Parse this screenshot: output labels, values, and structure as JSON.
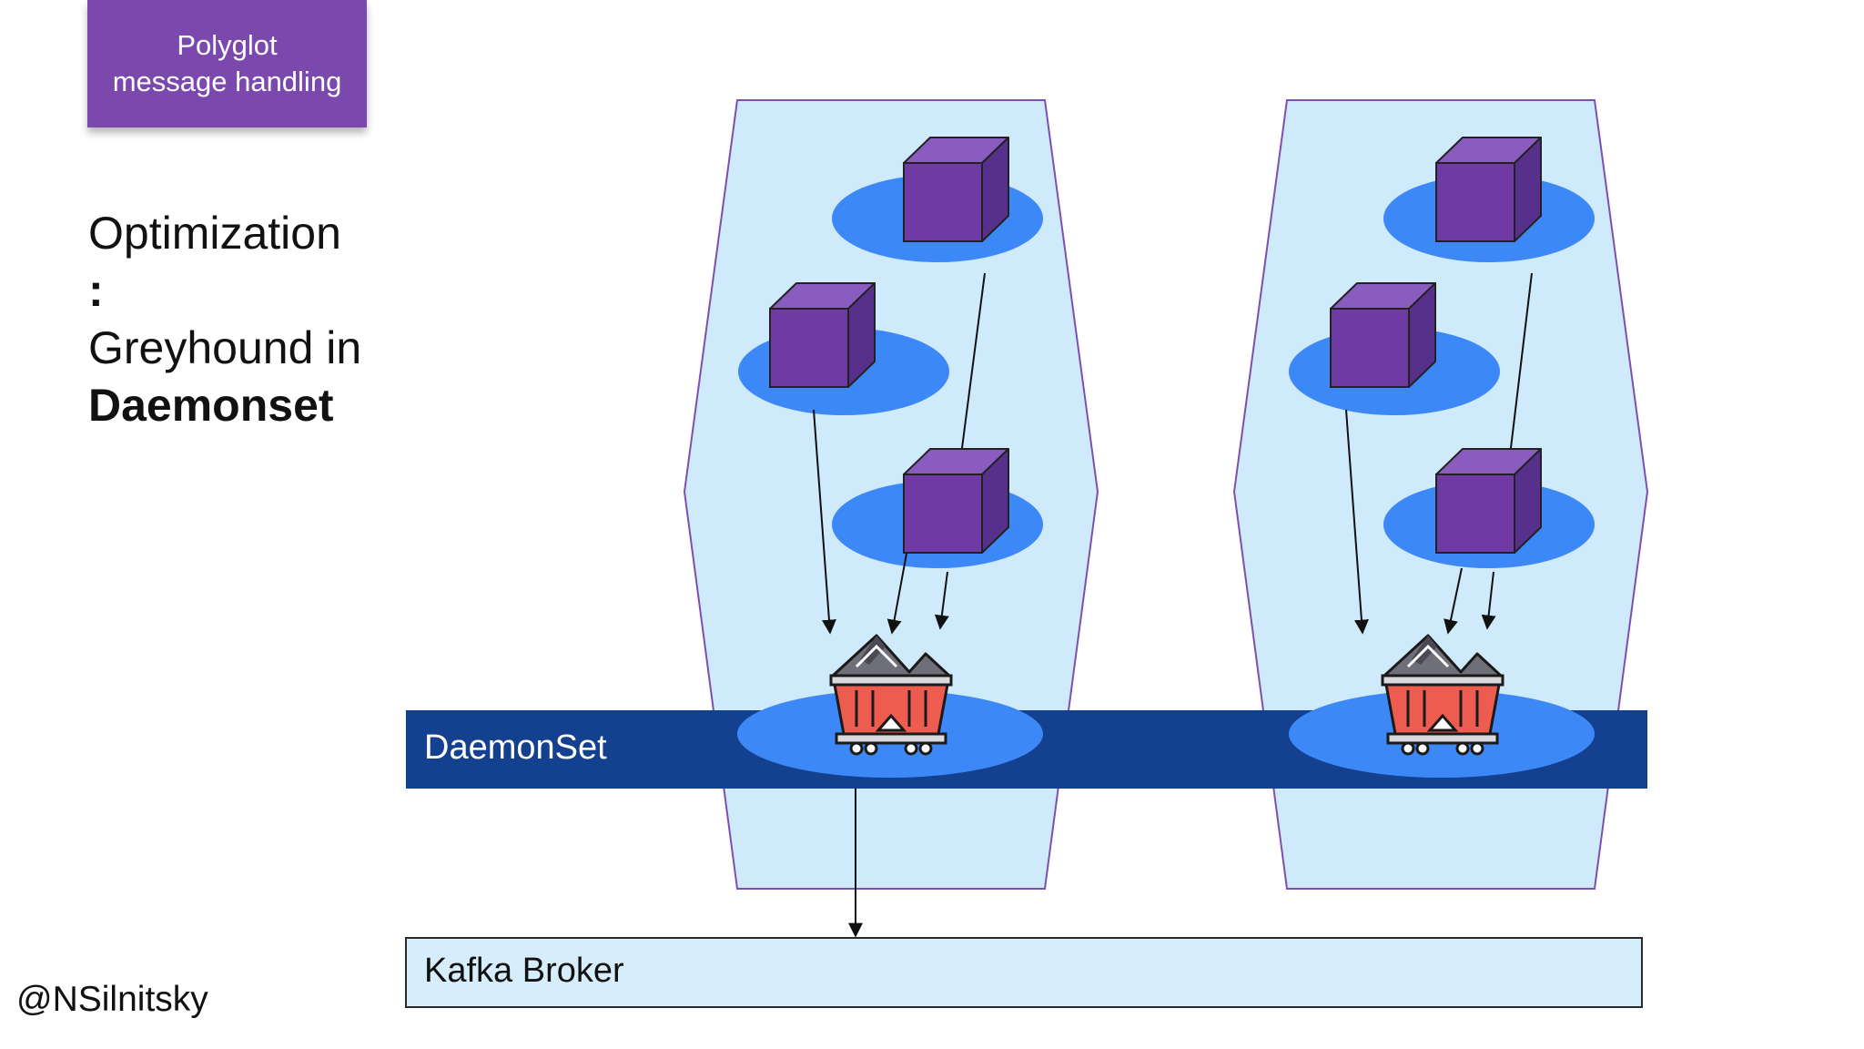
{
  "badge": {
    "line1": "Polyglot",
    "line2": "message handling"
  },
  "title": {
    "prefix": "Optimization",
    "colon": ":",
    "line2": "Greyhound in",
    "line3": "Daemonset"
  },
  "diagram": {
    "daemonset_label": "DaemonSet",
    "broker_label": "Kafka Broker",
    "nodes": [
      {
        "pods": 3,
        "agent": "mine-cart-icon"
      },
      {
        "pods": 3,
        "agent": "mine-cart-icon"
      }
    ]
  },
  "footer": {
    "handle": "@NSilnitsky"
  },
  "colors": {
    "badge": "#7b48ad",
    "node_fill": "#cfeafb",
    "node_border": "#7c4fb1",
    "pod_base": "#3d88f7",
    "cube_front": "#6f3aa3",
    "cube_top": "#8a5cc0",
    "cube_side": "#56308a",
    "band": "#14418f",
    "broker_fill": "#d6edfb",
    "cart_red": "#ee5b4f",
    "cart_grey": "#6f6f7a"
  }
}
